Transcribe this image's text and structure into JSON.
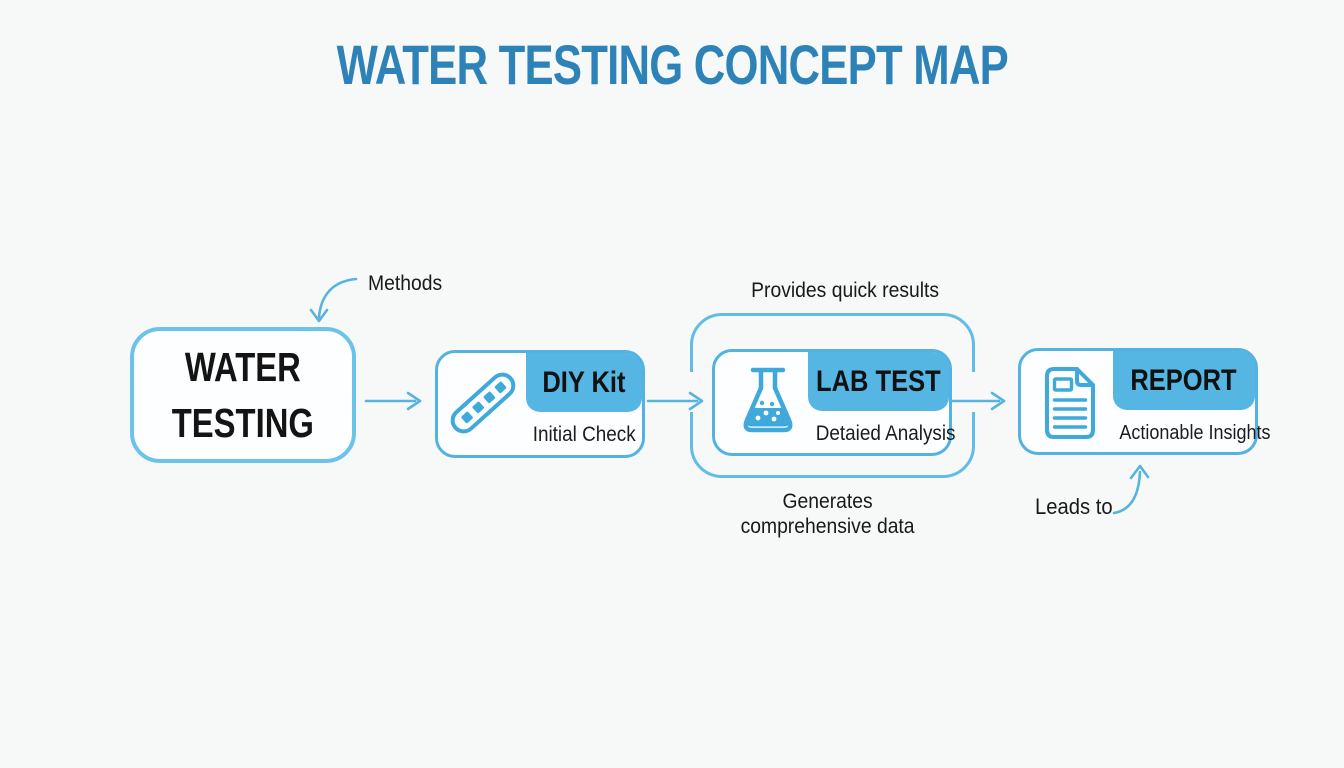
{
  "title": "WATER TESTING CONCEPT MAP",
  "colors": {
    "title_blue": "#2d83b7",
    "node_border_blue": "#54b2e1",
    "root_border_blue": "#6cc3ea",
    "fill_blue": "#55b6e4",
    "arrow_blue": "#58b3e0",
    "icon_blue": "#3fa9dc",
    "background": "#f7f8f8",
    "text_black": "#1b1b1b"
  },
  "flow": {
    "root": {
      "label_line1": "WATER",
      "label_line2": "TESTING"
    },
    "steps": [
      {
        "title": "DIY Kit",
        "subtitle": "Initial Check",
        "icon": "test-strip-icon"
      },
      {
        "title": "LAB TEST",
        "subtitle": "Detaied Analysis",
        "icon": "flask-icon"
      },
      {
        "title": "REPORT",
        "subtitle": "Actionable Insights",
        "icon": "document-icon"
      }
    ]
  },
  "annotations": {
    "methods": "Methods",
    "provides_quick_results": "Provides quick results",
    "generates_line1": "Generates",
    "generates_line2": "comprehensive data",
    "leads_to": "Leads to"
  }
}
